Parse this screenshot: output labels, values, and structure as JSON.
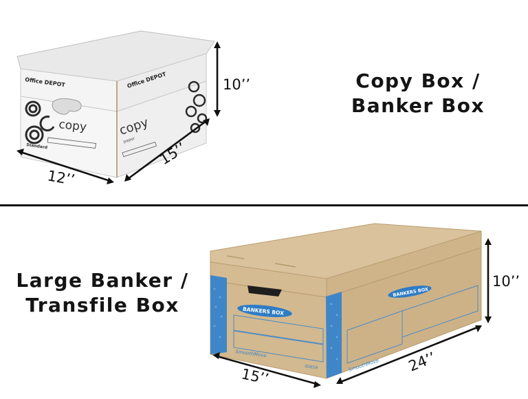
{
  "top_section": {
    "title_line1": "Copy Box /",
    "title_line2": "Banker Box",
    "box": {
      "brand": "Office DEPOT",
      "product_label": "copy",
      "product_sublabel": "paper",
      "grade_label": "Standard",
      "color": "#f1f1f1",
      "dimensions": {
        "height": "10’’",
        "width": "12’’",
        "length": "15’’"
      }
    }
  },
  "bottom_section": {
    "title_line1": "Large Banker /",
    "title_line2": "Transfile Box",
    "box": {
      "brand": "BANKERS BOX",
      "series_label": "SmoothMove",
      "model_number": "00659",
      "color": "#d4b98f",
      "accent_color": "#3a84c6",
      "dimensions": {
        "height": "10’’",
        "width": "15’’",
        "length": "24’’"
      }
    }
  },
  "divider": {
    "color": "#111111"
  }
}
